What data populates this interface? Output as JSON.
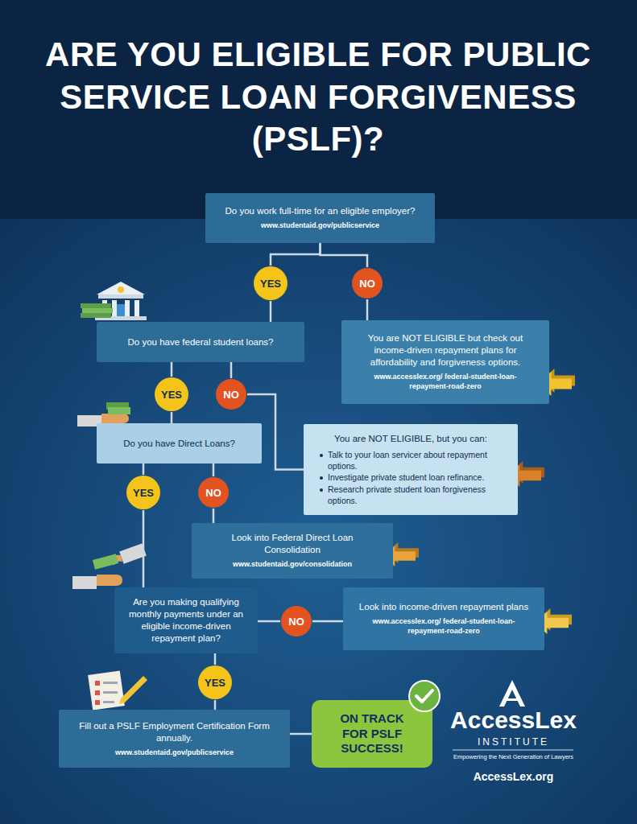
{
  "diagram": {
    "title": "ARE YOU ELIGIBLE FOR PUBLIC SERVICE LOAN FORGIVENESS (PSLF)?",
    "nodes": [
      {
        "text": [
          "Do you work full-time for an eligible employer?",
          "www.studentaid.gov/publicservice"
        ]
      },
      {
        "text": [
          "YES"
        ]
      },
      {
        "text": [
          "NO"
        ]
      },
      {
        "text": [
          "Do you have federal student loans?"
        ]
      },
      {
        "text": [
          "You are NOT ELIGIBLE but check out income-driven repayment plans for affordability and forgiveness options.",
          "www.accesslex.org/ federal-student-loan-repayment-road-zero"
        ]
      },
      {
        "text": [
          "YES"
        ]
      },
      {
        "text": [
          "NO"
        ]
      },
      {
        "text": [
          "Do you have Direct Loans?"
        ]
      },
      {
        "text": [
          "You are NOT ELIGIBLE, but you can:",
          "Talk to your loan servicer about repayment options.",
          "Investigate private student loan refinance.",
          "Research private student loan forgiveness options."
        ]
      },
      {
        "text": [
          "YES"
        ]
      },
      {
        "text": [
          "NO"
        ]
      },
      {
        "text": [
          "Look into Federal Direct Loan Consolidation",
          "www.studentaid.gov/consolidation"
        ]
      },
      {
        "text": [
          "Are you making qualifying monthly payments under an eligible income-driven repayment plan?"
        ]
      },
      {
        "text": [
          "NO"
        ]
      },
      {
        "text": [
          "Look into income-driven repayment plans",
          "www.accesslex.org/ federal-student-loan-repayment-road-zero"
        ]
      },
      {
        "text": [
          "YES"
        ]
      },
      {
        "text": [
          "Fill out a PSLF Employment Certification Form annually.",
          "www.studentaid.gov/publicservice"
        ]
      },
      {
        "text": [
          "ON TRACK FOR PSLF SUCCESS!"
        ]
      }
    ],
    "edges": [
      {
        "from": 0,
        "to": 1,
        "arrow": "none"
      },
      {
        "from": 0,
        "to": 2,
        "arrow": "none"
      },
      {
        "from": 1,
        "to": 3,
        "arrow": "none"
      },
      {
        "from": 2,
        "to": 4,
        "arrow": "none"
      },
      {
        "from": 3,
        "to": 5,
        "arrow": "none"
      },
      {
        "from": 3,
        "to": 6,
        "arrow": "none"
      },
      {
        "from": 6,
        "to": 8,
        "arrow": "none"
      },
      {
        "from": 5,
        "to": 7,
        "arrow": "none"
      },
      {
        "from": 7,
        "to": 9,
        "arrow": "none"
      },
      {
        "from": 7,
        "to": 10,
        "arrow": "none"
      },
      {
        "from": 10,
        "to": 11,
        "arrow": "none"
      },
      {
        "from": 9,
        "to": 12,
        "arrow": "none"
      },
      {
        "from": 12,
        "to": 13,
        "arrow": "none"
      },
      {
        "from": 13,
        "to": 14,
        "arrow": "none"
      },
      {
        "from": 12,
        "to": 15,
        "arrow": "none"
      },
      {
        "from": 15,
        "to": 16,
        "arrow": "none"
      },
      {
        "from": 16,
        "to": 17,
        "arrow": "none"
      }
    ],
    "labels": [
      "AccessLex",
      "INSTITUTE",
      "Empowering the Next Generation of Lawyers",
      "AccessLex.org"
    ]
  }
}
